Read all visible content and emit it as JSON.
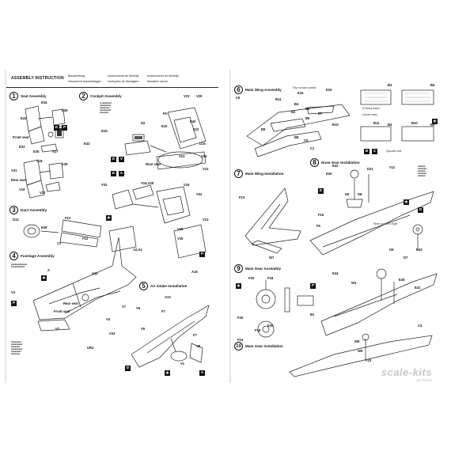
{
  "header": {
    "title": "ASSEMBLY INSTRUCTION",
    "languages": [
      "Bauanleitung",
      "Instructions de Montage",
      "Instrucciones de Montaje",
      "Istruzioni di Assemblaggio",
      "Instruções de Montagem",
      "Montážní návod"
    ]
  },
  "left_steps": [
    {
      "num": "1",
      "title": "Seat Assembly"
    },
    {
      "num": "2",
      "title": "Cockpit Assembly"
    },
    {
      "num": "3",
      "title": "Duct Assembly"
    },
    {
      "num": "4",
      "title": "Fuselage Assembly"
    },
    {
      "num": "5",
      "title": "Air intake Installation"
    }
  ],
  "right_steps": [
    {
      "num": "6",
      "title": "Main Wing Assembly"
    },
    {
      "num": "7",
      "title": "Main Wing Installation"
    },
    {
      "num": "8",
      "title": "Nose Gear Installation"
    },
    {
      "num": "9",
      "title": "Main Gear Assembly"
    },
    {
      "num": "10",
      "title": "Main Gear Installation"
    }
  ],
  "left_labels": {
    "step1": [
      "E34",
      "E36",
      "E41",
      "Front seat",
      "E33",
      "E35",
      "V27",
      "V18",
      "V28",
      "V31",
      "Rear seat",
      "V19",
      "V27"
    ],
    "step2": [
      "V23",
      "V29",
      "D2",
      "F6",
      "E10",
      "E40",
      "E22",
      "D15",
      "E42",
      "D15",
      "Rear seat",
      "V23",
      "V26",
      "V12",
      "V32",
      "V15,V35",
      "V16",
      "V32",
      "V13",
      "V15",
      "V35"
    ],
    "step3": [
      "D12",
      "F12",
      "E38",
      "F12",
      "C2"
    ],
    "step4": [
      "A",
      "A12",
      "A2,A1",
      "A15",
      "V3",
      "Rear seat",
      "Front seat",
      "V2",
      "V4",
      "V7",
      "V6",
      "F7",
      "V33",
      "V5",
      "UR2"
    ],
    "step5": [
      "A13",
      "F7",
      "V8",
      "V1"
    ]
  },
  "right_labels": {
    "step6": [
      "C6",
      "B11",
      "E15",
      "E16",
      "B4",
      "B2",
      "B6",
      "B5",
      "B7",
      "B10",
      "B9",
      "C5",
      "C1",
      "B8",
      "B3",
      "B4",
      "B3",
      "B4",
      "B11",
      "B10"
    ],
    "step7": [
      "F13",
      "W7"
    ],
    "step8": [
      "E25",
      "E43",
      "D21",
      "V11",
      "D6",
      "D8",
      "F16",
      "F5",
      "D9",
      "D7",
      "E43"
    ],
    "step9": [
      "E44",
      "W3",
      "F20",
      "F18",
      "E45",
      "E21",
      "F20",
      "E30",
      "F18",
      "F23",
      "B1",
      "C4"
    ],
    "step10": [
      "W8",
      "W9",
      "F23"
    ]
  },
  "right_notes": {
    "flap_down": "Flap in down position",
    "flap_up": "(Flap in up position)",
    "parking": "(Parking brake)",
    "usual": "(Usual mode)",
    "opposite": "Opposite side",
    "nose_gear_note": "When stowed in flight"
  },
  "badges": [
    "A",
    "B",
    "C",
    "D",
    "E",
    "F",
    "P",
    "V",
    "W"
  ],
  "watermark": {
    "main": "scale-kits",
    "sub": "germany"
  },
  "colors": {
    "ink": "#111111",
    "paper": "#ffffff",
    "watermark": "#c8c8c8"
  }
}
